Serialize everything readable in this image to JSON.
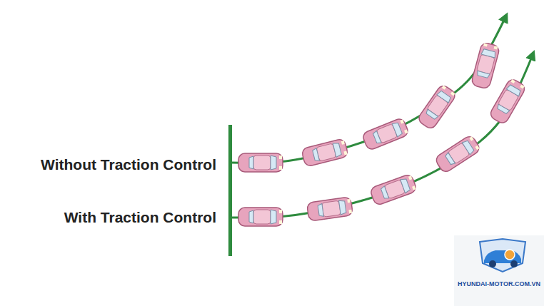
{
  "diagram": {
    "labels": [
      "Without Traction Control",
      "With Traction Control",
      "HYUNDAI-MOTOR.COM.VN"
    ]
  }
}
